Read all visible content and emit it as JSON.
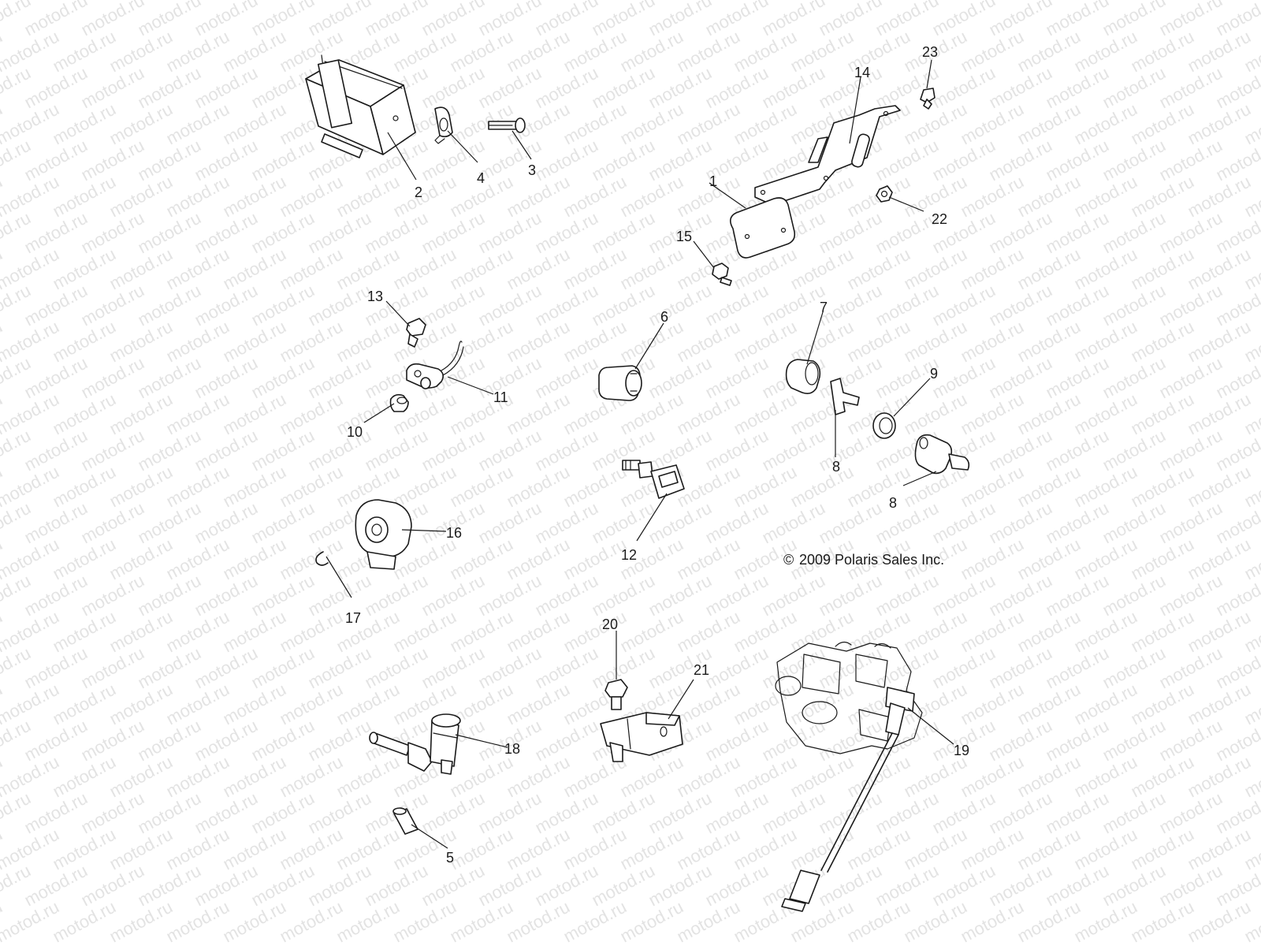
{
  "watermark": "motod.ru",
  "copyright": "2009 Polaris Sales Inc.",
  "copyright_symbol": "©",
  "callouts": {
    "c1": "1",
    "c2": "2",
    "c3": "3",
    "c4": "4",
    "c5": "5",
    "c6": "6",
    "c7": "7",
    "c8a": "8",
    "c8b": "8",
    "c9": "9",
    "c10": "10",
    "c11": "11",
    "c12": "12",
    "c13": "13",
    "c14": "14",
    "c15": "15",
    "c16": "16",
    "c17": "17",
    "c18": "18",
    "c19": "19",
    "c20": "20",
    "c21": "21",
    "c22": "22",
    "c23": "23"
  },
  "colors": {
    "line": "#1a1a1a",
    "watermark": "#e3e3e3",
    "background": "#ffffff"
  }
}
